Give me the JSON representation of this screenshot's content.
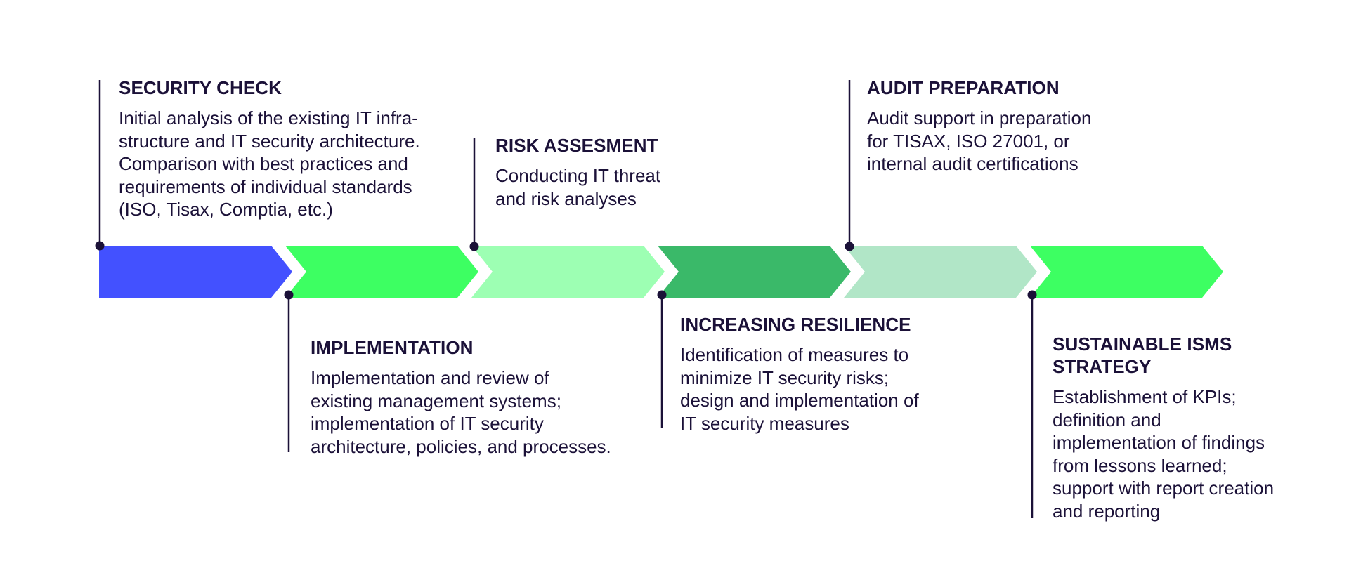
{
  "diagram": {
    "colors": {
      "blue": "#4351ff",
      "green": "#3dff62",
      "light_green": "#9dffb3",
      "medium_green": "#3ab969",
      "pale_green": "#b1e6c7",
      "text": "#1b1138",
      "line": "#1b1138"
    },
    "steps": [
      {
        "id": "security-check",
        "title": "SECURITY CHECK",
        "description": "Initial analysis of the existing IT infra-\nstructure and IT security architecture.\nComparison with best practices and\nrequirements of individual standards\n(ISO, Tisax, Comptia, etc.)",
        "color": "#4351ff",
        "position": "above"
      },
      {
        "id": "implementation",
        "title": "IMPLEMENTATION",
        "description": "Implementation and review of\nexisting management systems;\nimplementation of IT security\narchitecture, policies, and processes.",
        "color": "#3dff62",
        "position": "below"
      },
      {
        "id": "risk-assesment",
        "title": "RISK ASSESMENT",
        "description": "Conducting IT threat\nand risk analyses",
        "color": "#9dffb3",
        "position": "above"
      },
      {
        "id": "increasing-resilience",
        "title": "INCREASING RESILIENCE",
        "description": "Identification of measures to\nminimize IT security risks;\ndesign and implementation of\nIT security measures",
        "color": "#3ab969",
        "position": "below"
      },
      {
        "id": "audit-preparation",
        "title": "AUDIT PREPARATION",
        "description": "Audit support in preparation\nfor TISAX, ISO 27001, or\ninternal audit certifications",
        "color": "#b1e6c7",
        "position": "above"
      },
      {
        "id": "sustainable-isms-strategy",
        "title": "SUSTAINABLE ISMS\nSTRATEGY",
        "description": "Establishment of KPIs;\ndefinition and\nimplementation of findings\nfrom lessons learned;\nsupport with report creation\nand reporting",
        "color": "#3dff62",
        "position": "below"
      }
    ]
  }
}
